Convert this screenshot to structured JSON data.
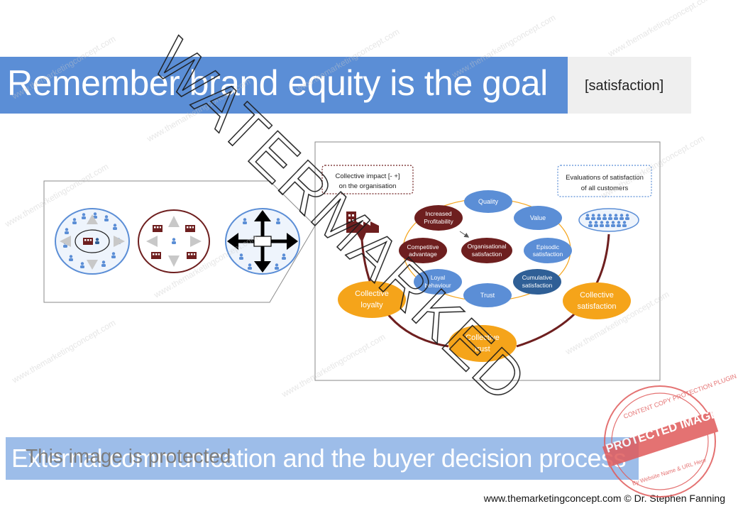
{
  "header": {
    "title": "Remember brand equity is the goal",
    "tag": "[satisfaction]"
  },
  "diagram": {
    "callout_left": [
      "Collective impact [- +]",
      "on the organisation"
    ],
    "callout_right": [
      "Evaluations of satisfaction",
      "of all customers"
    ],
    "nodes": {
      "quality": [
        "Quality"
      ],
      "value": [
        "Value"
      ],
      "episodic": [
        "Episodic",
        "satisfaction"
      ],
      "cumulative": [
        "Cumulative",
        "satisfaction"
      ],
      "trust": [
        "Trust"
      ],
      "loyal": [
        "Loyal",
        "behaviour"
      ],
      "competitive": [
        "Competitive",
        "advantage"
      ],
      "profitability": [
        "Increased",
        "Profitability"
      ],
      "org_satisfaction": [
        "Organisational",
        "satisfaction"
      ],
      "collective_loyalty": [
        "Collective",
        "loyalty"
      ],
      "collective_trust": [
        "Collective",
        "trust"
      ],
      "collective_satisfaction": [
        "Collective",
        "satisfaction"
      ]
    }
  },
  "bottom": {
    "caption": "External communication and the buyer decision process",
    "protected": "This image is protected"
  },
  "footer": {
    "credit": "www.themarketingconcept.com © Dr. Stephen Fanning"
  },
  "overlays": {
    "watermark_big": "WATERMARKED",
    "watermark_repeat": "www.themarketingconcept.com",
    "stamp_top": "CONTENT COPY PROTECTION PLUGIN",
    "stamp_mid": "PROTECTED IMAGE",
    "stamp_bottom": "By Website Name & URL Here"
  },
  "colors": {
    "title_blue": "#5b8ed6",
    "bottom_blue": "#9dbde9",
    "node_blue": "#5b8ed6",
    "node_dark_blue": "#2f5f96",
    "node_maroon": "#6e1f1f",
    "node_orange": "#f5a41a",
    "arc_maroon": "#6e1f1f",
    "stamp_red": "#e05a5a"
  },
  "icons": [
    "people-circle-icon",
    "building-icon",
    "person-icon",
    "arrows-icon",
    "crowd-icon"
  ]
}
